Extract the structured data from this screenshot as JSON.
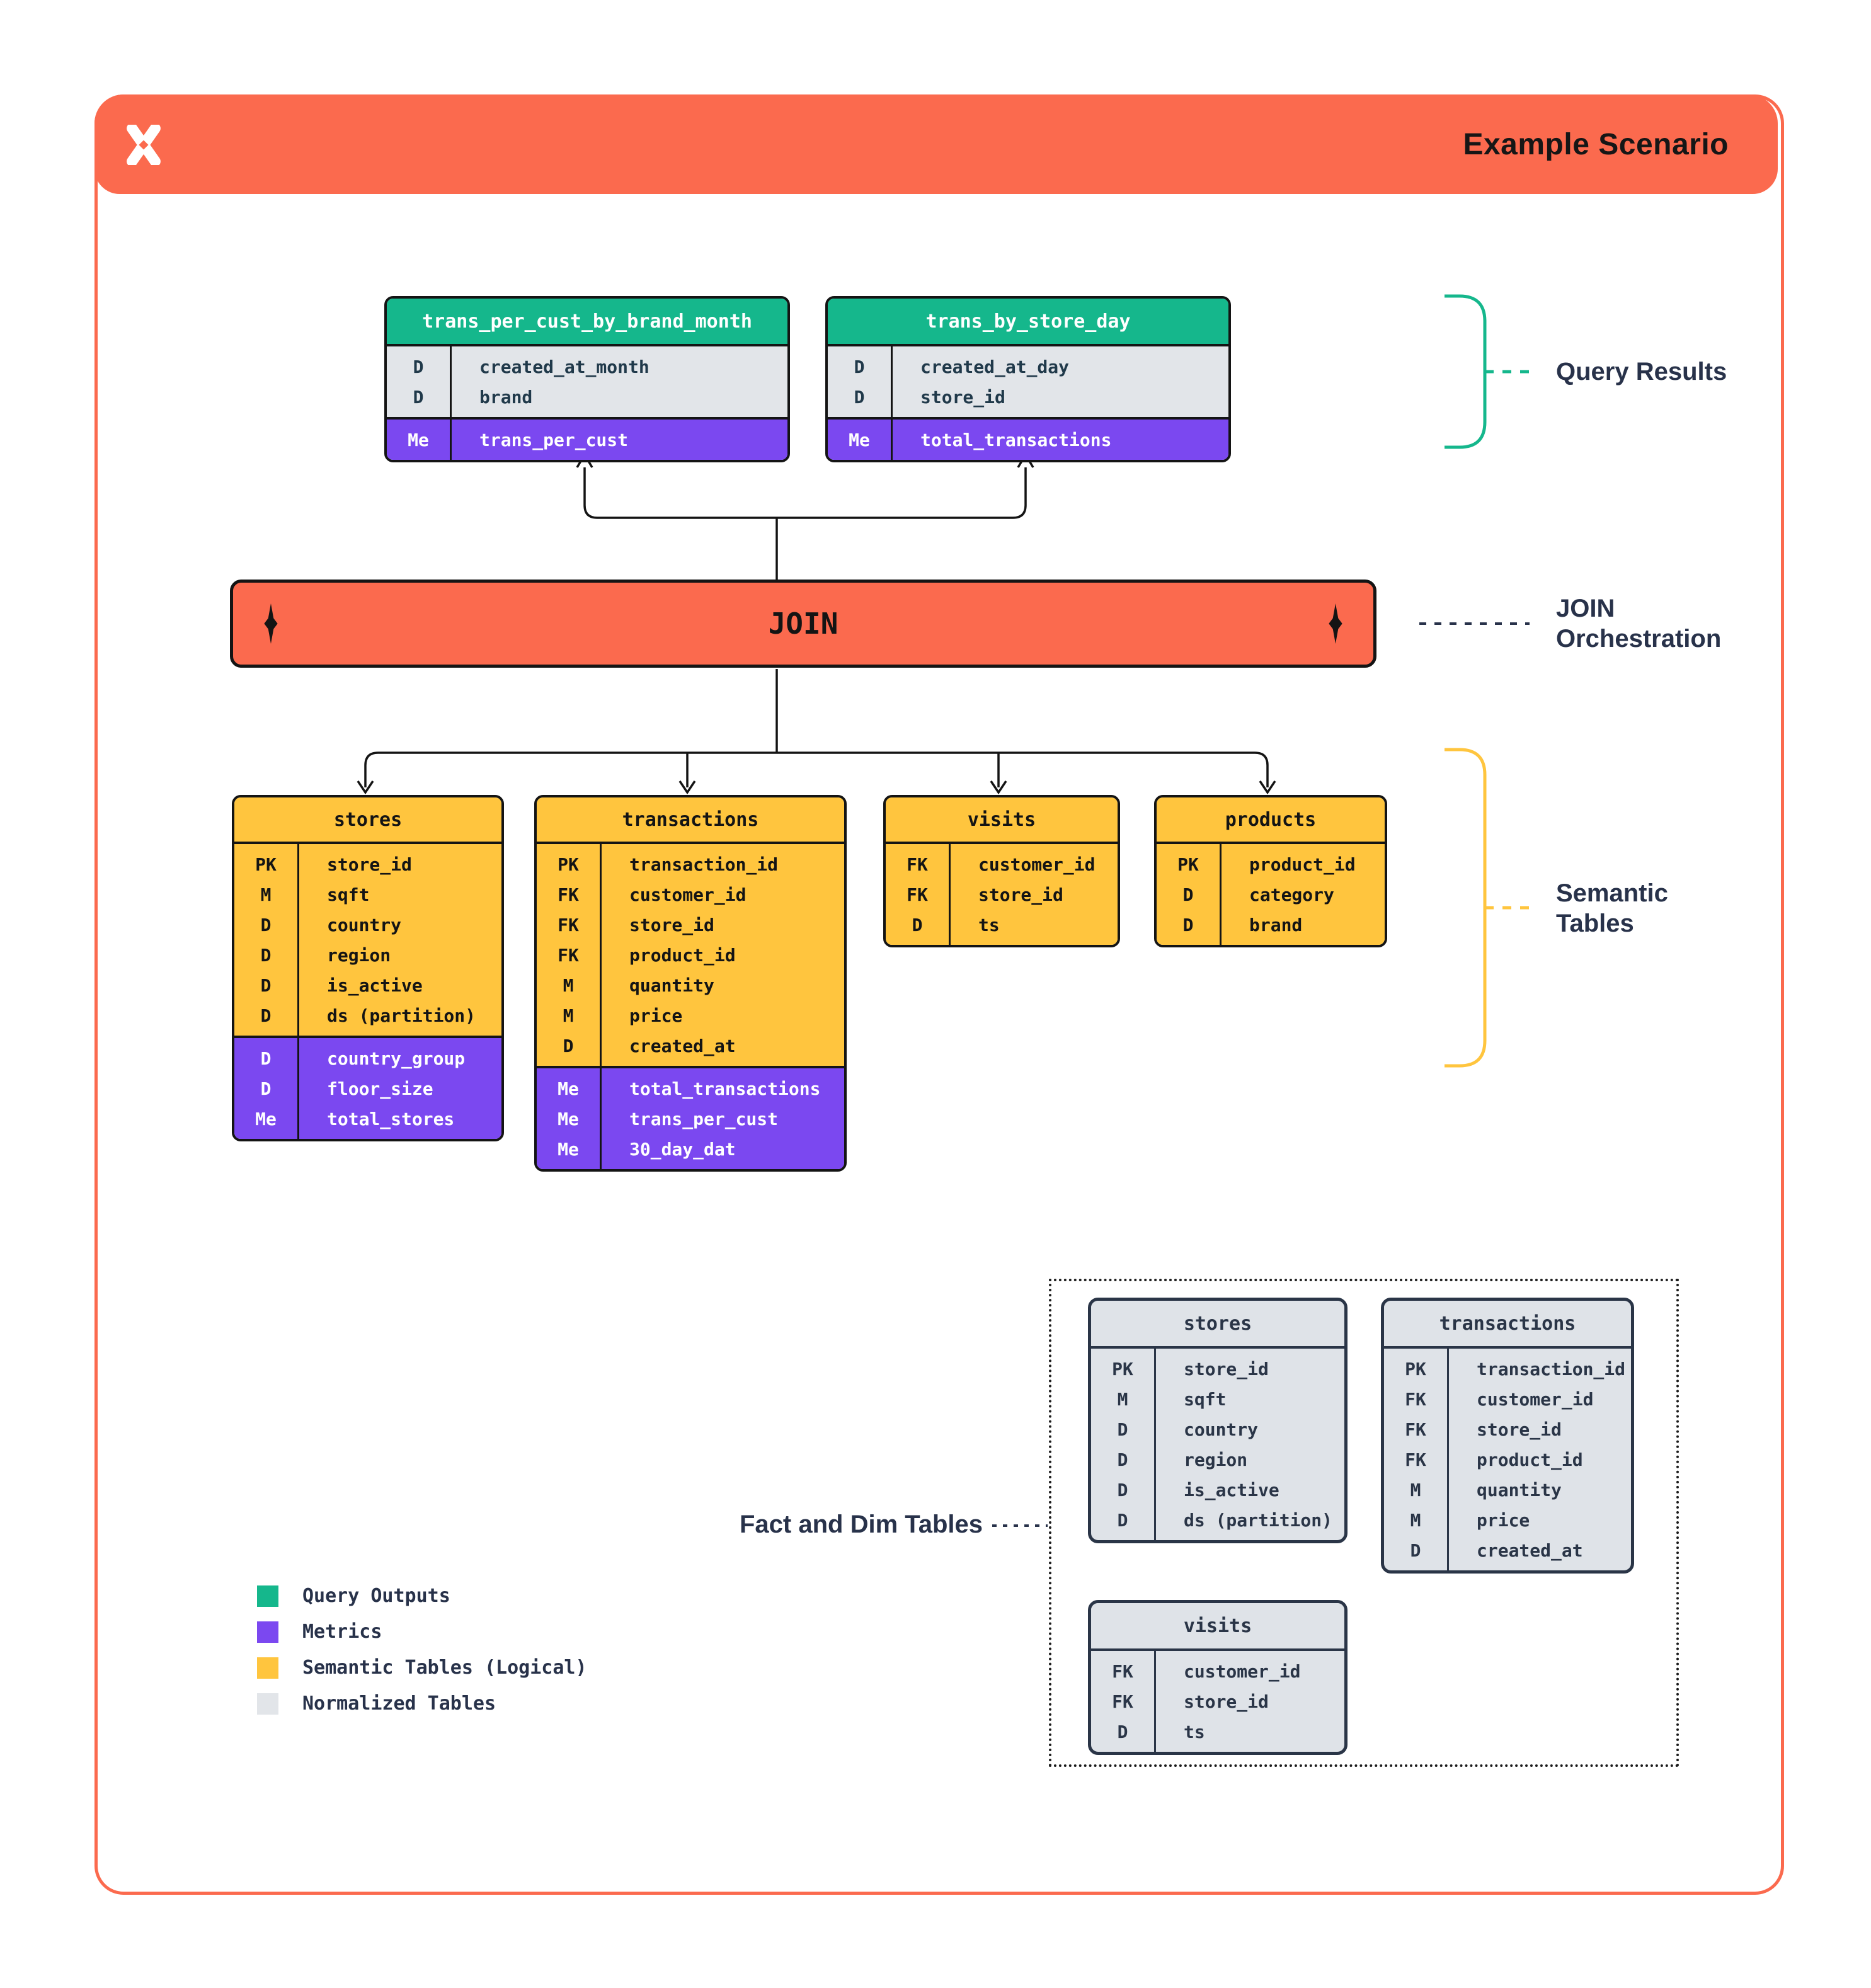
{
  "header": {
    "title": "Example Scenario"
  },
  "annotations": {
    "query_results": "Query Results",
    "join_orchestration": "JOIN Orchestration",
    "semantic_tables": "Semantic Tables",
    "fact_dim": "Fact and Dim Tables"
  },
  "join": {
    "label": "JOIN"
  },
  "query_results": {
    "tables": [
      {
        "name": "trans_per_cust_by_brand_month",
        "dims": [
          {
            "k": "D",
            "v": "created_at_month"
          },
          {
            "k": "D",
            "v": "brand"
          }
        ],
        "metrics": [
          {
            "k": "Me",
            "v": "trans_per_cust"
          }
        ]
      },
      {
        "name": "trans_by_store_day",
        "dims": [
          {
            "k": "D",
            "v": "created_at_day"
          },
          {
            "k": "D",
            "v": "store_id"
          }
        ],
        "metrics": [
          {
            "k": "Me",
            "v": "total_transactions"
          }
        ]
      }
    ]
  },
  "semantic_tables": {
    "tables": [
      {
        "name": "stores",
        "cols": [
          {
            "k": "PK",
            "v": "store_id"
          },
          {
            "k": "M",
            "v": "sqft"
          },
          {
            "k": "D",
            "v": "country"
          },
          {
            "k": "D",
            "v": "region"
          },
          {
            "k": "D",
            "v": "is_active"
          },
          {
            "k": "D",
            "v": "ds (partition)"
          }
        ],
        "metrics": [
          {
            "k": "D",
            "v": "country_group"
          },
          {
            "k": "D",
            "v": "floor_size"
          },
          {
            "k": "Me",
            "v": "total_stores"
          }
        ]
      },
      {
        "name": "transactions",
        "cols": [
          {
            "k": "PK",
            "v": "transaction_id"
          },
          {
            "k": "FK",
            "v": "customer_id"
          },
          {
            "k": "FK",
            "v": "store_id"
          },
          {
            "k": "FK",
            "v": "product_id"
          },
          {
            "k": "M",
            "v": "quantity"
          },
          {
            "k": "M",
            "v": "price"
          },
          {
            "k": "D",
            "v": "created_at"
          }
        ],
        "metrics": [
          {
            "k": "Me",
            "v": "total_transactions"
          },
          {
            "k": "Me",
            "v": "trans_per_cust"
          },
          {
            "k": "Me",
            "v": "30_day_dat"
          }
        ]
      },
      {
        "name": "visits",
        "cols": [
          {
            "k": "FK",
            "v": "customer_id"
          },
          {
            "k": "FK",
            "v": "store_id"
          },
          {
            "k": "D",
            "v": "ts"
          }
        ],
        "metrics": []
      },
      {
        "name": "products",
        "cols": [
          {
            "k": "PK",
            "v": "product_id"
          },
          {
            "k": "D",
            "v": "category"
          },
          {
            "k": "D",
            "v": "brand"
          }
        ],
        "metrics": []
      }
    ]
  },
  "normalized_tables": {
    "tables": [
      {
        "name": "stores",
        "cols": [
          {
            "k": "PK",
            "v": "store_id"
          },
          {
            "k": "M",
            "v": "sqft"
          },
          {
            "k": "D",
            "v": "country"
          },
          {
            "k": "D",
            "v": "region"
          },
          {
            "k": "D",
            "v": "is_active"
          },
          {
            "k": "D",
            "v": "ds (partition)"
          }
        ]
      },
      {
        "name": "transactions",
        "cols": [
          {
            "k": "PK",
            "v": "transaction_id"
          },
          {
            "k": "FK",
            "v": "customer_id"
          },
          {
            "k": "FK",
            "v": "store_id"
          },
          {
            "k": "FK",
            "v": "product_id"
          },
          {
            "k": "M",
            "v": "quantity"
          },
          {
            "k": "M",
            "v": "price"
          },
          {
            "k": "D",
            "v": "created_at"
          }
        ]
      },
      {
        "name": "visits",
        "cols": [
          {
            "k": "FK",
            "v": "customer_id"
          },
          {
            "k": "FK",
            "v": "store_id"
          },
          {
            "k": "D",
            "v": "ts"
          }
        ]
      }
    ]
  },
  "legend": {
    "items": [
      {
        "label": "Query Outputs",
        "color": "#15B78C"
      },
      {
        "label": "Metrics",
        "color": "#7B48F0"
      },
      {
        "label": "Semantic Tables (Logical)",
        "color": "#FFC53E"
      },
      {
        "label": "Normalized Tables",
        "color": "#E2E5E9"
      }
    ]
  },
  "colors": {
    "accent_orange": "#FB6A4E",
    "green": "#15B78C",
    "purple": "#7B48F0",
    "yellow": "#FFC53E",
    "gray": "#E2E5E9",
    "ink": "#141414",
    "navy": "#28324A"
  }
}
